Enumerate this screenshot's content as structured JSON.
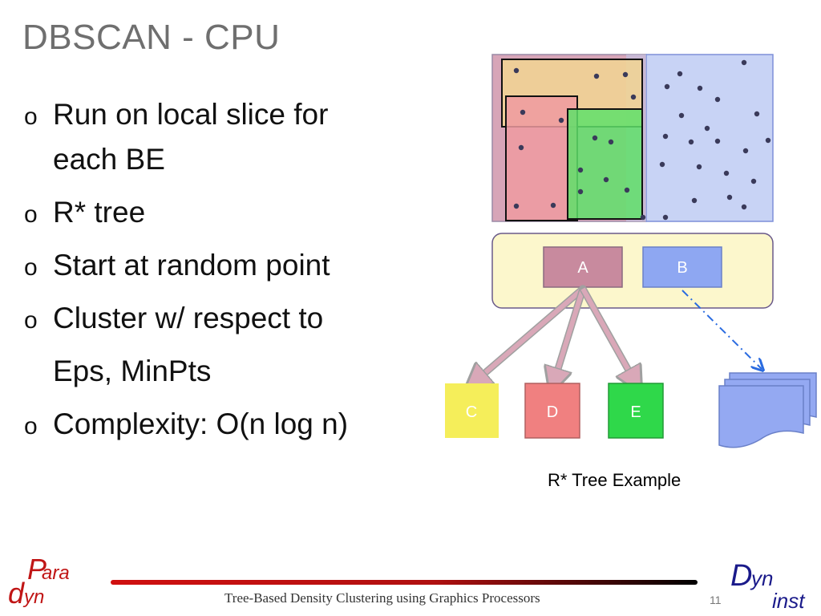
{
  "slide": {
    "title": "DBSCAN - CPU",
    "bullets": [
      {
        "mark": "o",
        "line1": "Run on local slice for",
        "line2": "each BE"
      },
      {
        "mark": "o",
        "line1": "R* tree"
      },
      {
        "mark": "o",
        "line1": "Start at random point"
      },
      {
        "mark": "o",
        "line1": "Cluster w/ respect to",
        "line2": "Eps, MinPts"
      },
      {
        "mark": "o",
        "line1": "Complexity: O(n log n)"
      }
    ]
  },
  "figure": {
    "node_labels": {
      "a": "A",
      "b": "B",
      "c": "C",
      "d": "D",
      "e": "E"
    },
    "caption": "R* Tree Example",
    "colors": {
      "region_a": "#d7a5b8",
      "region_b": "#c8d3f5",
      "box_yellow": "#f2d592",
      "box_red": "#ef9aa0",
      "box_green": "#5fe06a",
      "node_c": "#f5ee5a",
      "node_d": "#f08080",
      "node_e": "#2fd84a",
      "root_bg": "#fcf7cc",
      "arrow": "#d9a8b8",
      "dashed_arrow": "#2a6be0"
    }
  },
  "footer": {
    "text": "Tree-Based Density Clustering using Graphics Processors",
    "page_number": "11",
    "logo_left": {
      "line1": "Para",
      "line2": "dyn"
    },
    "logo_right": {
      "line1": "Dyn",
      "line2": "inst"
    }
  }
}
